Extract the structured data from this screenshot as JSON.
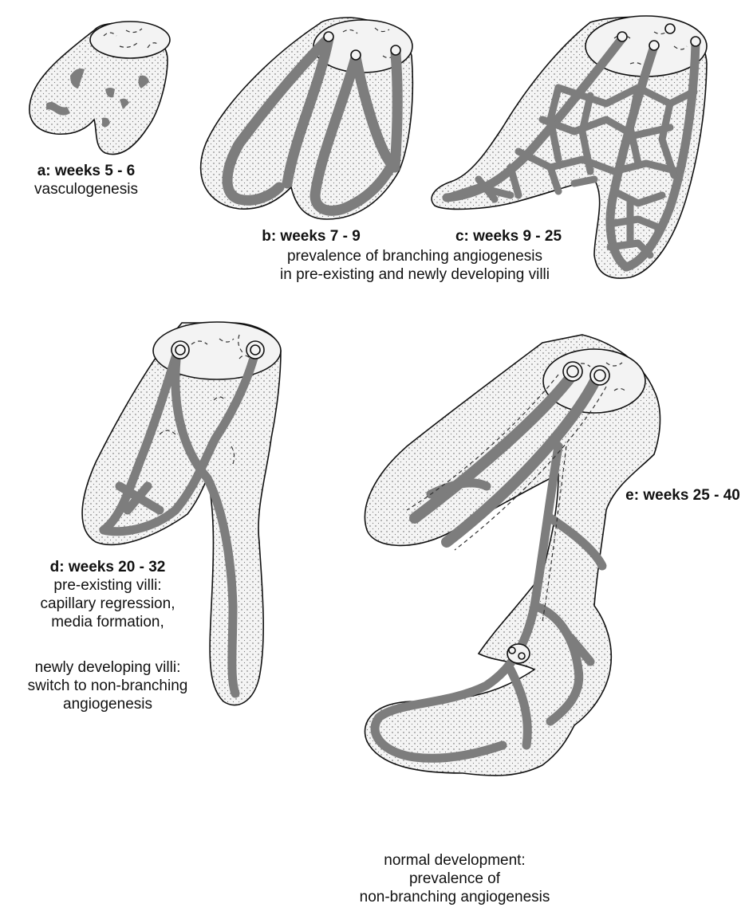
{
  "stages": [
    {
      "key": "a",
      "heading": "a:  weeks 5 - 6",
      "lines": [
        "vasculogenesis"
      ]
    },
    {
      "key": "b",
      "heading": "b:  weeks 7 - 9",
      "lines": []
    },
    {
      "key": "c",
      "heading": "c:  weeks 9 - 25",
      "lines": []
    },
    {
      "key": "d",
      "heading": "d:  weeks 20 - 32",
      "lines": [
        "pre-existing villi:",
        "capillary regression,",
        "media formation,"
      ],
      "lines2": [
        "newly developing villi:",
        "switch to non-branching",
        "angiogenesis"
      ]
    },
    {
      "key": "e",
      "heading": "e:  weeks 25 - 40",
      "lines": []
    }
  ],
  "captions": {
    "bc": [
      "prevalence of branching angiogenesis",
      "in pre-existing and newly developing villi"
    ],
    "e": [
      "normal development:",
      "prevalence of",
      "non-branching angiogenesis"
    ]
  }
}
